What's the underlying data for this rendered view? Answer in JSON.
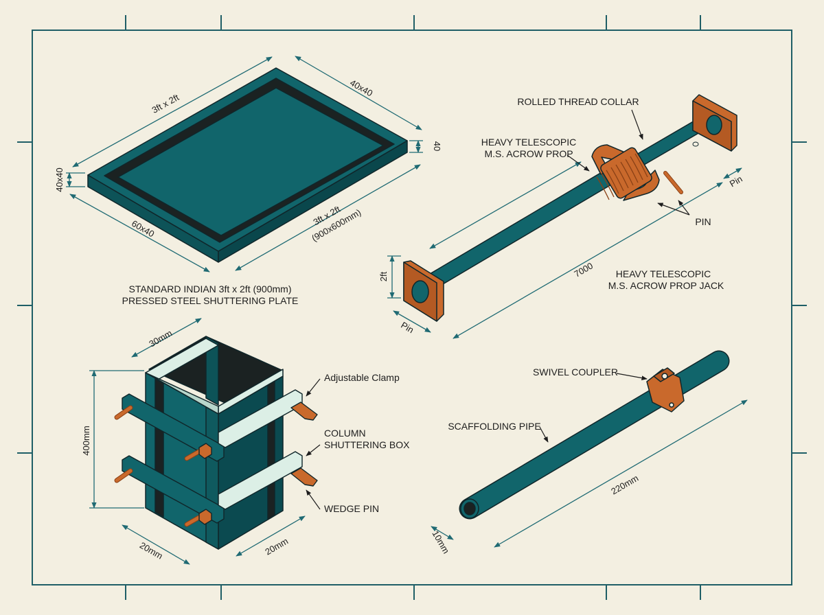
{
  "colors": {
    "paper": "#f3efe1",
    "frame": "#1e5e66",
    "steel": "#11656b",
    "steel_dark": "#0b4a50",
    "rust": "#c9692c",
    "rust_dark": "#8a4116",
    "clamp": "#dcefe6",
    "ink": "#1d1d1d",
    "dim_line": "#1f6a73"
  },
  "icons": [
    "shuttering-plate-drawing",
    "acrow-prop-drawing",
    "column-box-drawing",
    "scaffolding-pipe-drawing"
  ],
  "plate": {
    "dims": {
      "top_left": "3ft x 2ft",
      "top_right": "40x40",
      "right_edge": "40",
      "left_edge": "40x40",
      "bottom_left": "60x40",
      "bottom_right_1": "3ft x 2ft",
      "bottom_right_2": "(900x600mm)"
    },
    "caption_line1": "STANDARD INDIAN 3ft x 2ft (900mm)",
    "caption_line2": "PRESSED STEEL SHUTTERING PLATE"
  },
  "prop": {
    "labels": {
      "collar": "ROLLED THREAD COLLAR",
      "prop_line1": "HEAVY TELESCOPIC",
      "prop_line2": "M.S. ACROW PROP",
      "pin": "PIN",
      "jack_line1": "HEAVY TELESCOPIC",
      "jack_line2": "M.S. ACROW PROP JACK"
    },
    "dims": {
      "length": "7000",
      "pin_top": "Pin",
      "base_height": "2ft",
      "pin_bottom": "Pin"
    }
  },
  "column": {
    "labels": {
      "clamp": "Adjustable Clamp",
      "box_line1": "COLUMN",
      "box_line2": "SHUTTERING BOX",
      "wedge": "WEDGE PIN"
    },
    "dims": {
      "top": "30mm",
      "height": "400mm",
      "bottom_left": "20mm",
      "bottom_right": "20mm"
    }
  },
  "pipe": {
    "labels": {
      "coupler": "SWIVEL COUPLER",
      "pipe": "SCAFFOLDING PIPE"
    },
    "dims": {
      "length": "220mm",
      "diameter": "10mm"
    }
  }
}
